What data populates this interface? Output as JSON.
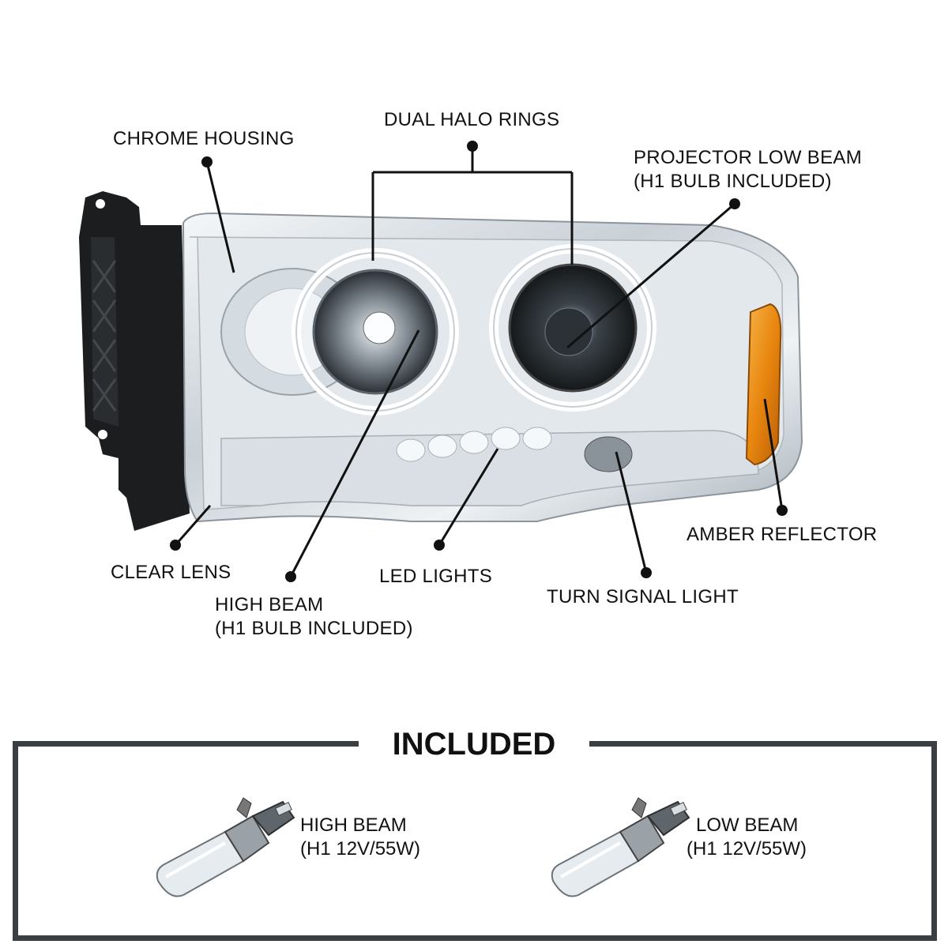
{
  "callouts": {
    "chrome_housing": "CHROME HOUSING",
    "dual_halo_rings": "DUAL HALO RINGS",
    "projector_low_beam": {
      "line1": "PROJECTOR LOW BEAM",
      "line2": "(H1 BULB INCLUDED)"
    },
    "amber_reflector": "AMBER REFLECTOR",
    "clear_lens": "CLEAR LENS",
    "high_beam": {
      "line1": "HIGH BEAM",
      "line2": "(H1 BULB INCLUDED)"
    },
    "led_lights": "LED LIGHTS",
    "turn_signal_light": "TURN SIGNAL LIGHT"
  },
  "included": {
    "title": "INCLUDED",
    "items": [
      {
        "line1": "HIGH BEAM",
        "line2": "(H1 12V/55W)"
      },
      {
        "line1": "LOW BEAM",
        "line2": "(H1 12V/55W)"
      }
    ]
  },
  "colors": {
    "frame": "#3a3f44",
    "amber": "#e8860f",
    "chrome": "#cfd6dc"
  },
  "icons": [
    "headlight-assembly-image",
    "h1-bulb-image"
  ]
}
